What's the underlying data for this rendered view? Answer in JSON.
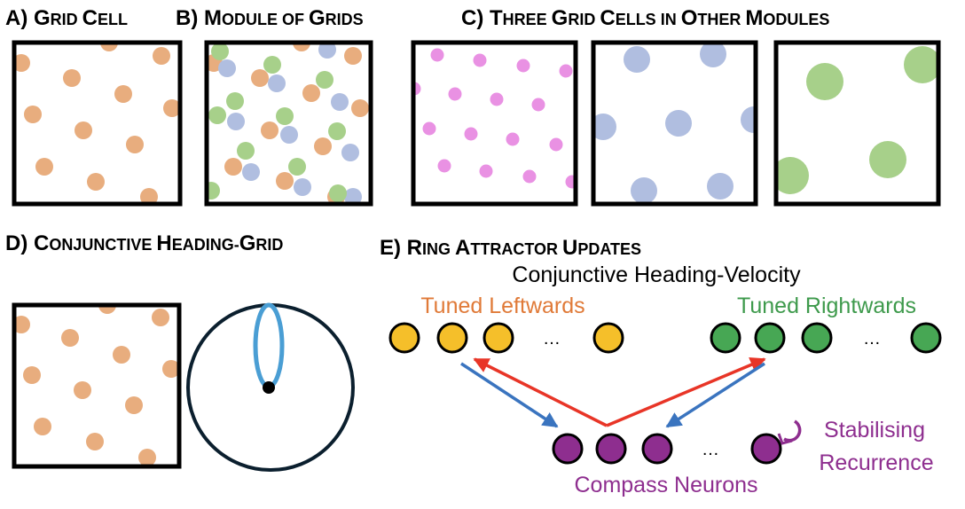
{
  "colors": {
    "orange": "#E8AD7E",
    "blue": "#B0BEE0",
    "green": "#A7D08A",
    "pink": "#E991E3",
    "heading": "#4A9ED4",
    "ring": "#0B1F2E",
    "yellow": "#F5BF2A",
    "node_green": "#47A754",
    "purple": "#8E2E8F",
    "text_orange": "#E07A38",
    "text_green": "#3E9A4C",
    "text_purple": "#8E2E8F",
    "arrow_red": "#E83527",
    "arrow_blue": "#3A74BF"
  },
  "panels": {
    "a": {
      "head": "A) G",
      "sc1": "RID ",
      "cap1": "C",
      "sc2": "ELL"
    },
    "b": {
      "head": "B) M",
      "sc1": "ODULE OF ",
      "cap1": "G",
      "sc2": "RIDS"
    },
    "c": {
      "head": "C) T",
      "sc1": "HREE ",
      "cap1": "G",
      "sc2": "RID ",
      "cap2": "C",
      "sc3": "ELLS IN ",
      "cap3": "O",
      "sc4": "THER ",
      "cap4": "M",
      "sc5": "ODULES"
    },
    "d": {
      "head": "D) C",
      "sc1": "ONJUNCTIVE ",
      "cap1": "H",
      "sc2": "EADING-",
      "cap2": "G",
      "sc3": "RID"
    },
    "e": {
      "head": "E) R",
      "sc1": "ING ",
      "cap1": "A",
      "sc2": "TTRACTOR ",
      "cap2": "U",
      "sc3": "PDATES"
    }
  },
  "labels": {
    "conjunctive": "Conjunctive Heading-Velocity",
    "tuned_left": "Tuned Leftwards",
    "tuned_right": "Tuned Rightwards",
    "stabilising": "Stabilising",
    "recurrence": "Recurrence",
    "compass": "Compass Neurons",
    "ellipsis": "…"
  }
}
